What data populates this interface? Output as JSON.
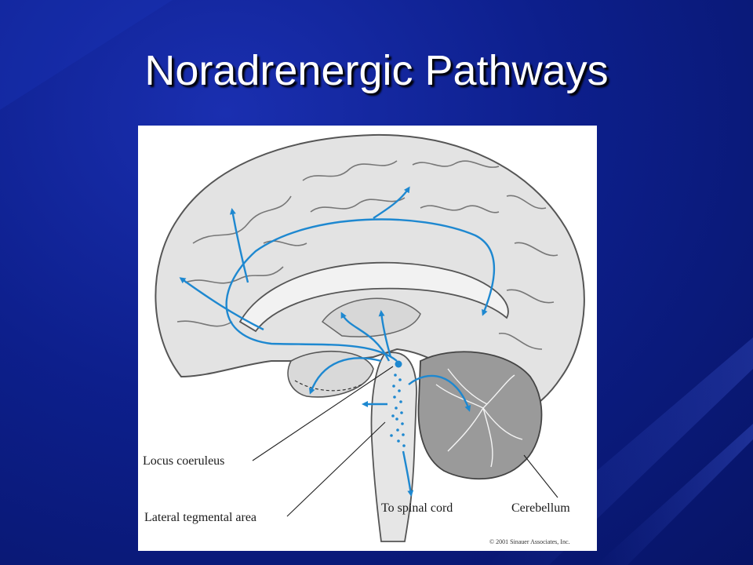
{
  "slide": {
    "title": "Noradrenergic Pathways"
  },
  "figure": {
    "labels": {
      "locus_coeruleus": "Locus coeruleus",
      "lateral_tegmental_area": "Lateral tegmental area",
      "to_spinal_cord": "To spinal cord",
      "cerebellum": "Cerebellum"
    },
    "copyright": "© 2001 Sinauer Associates, Inc."
  },
  "colors": {
    "background": "#0d1f8c",
    "title": "#ffffff",
    "pathway": "#1e88d0",
    "brain_fill": "#e3e3e3",
    "brain_outline": "#555555"
  }
}
